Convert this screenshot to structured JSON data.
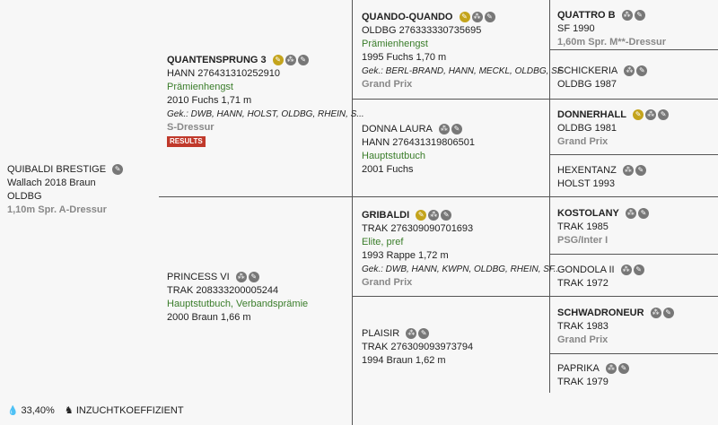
{
  "colors": {
    "accent_gold": "#c4a41c",
    "green_text": "#3a7d2a",
    "muted_text": "#888888",
    "badge_red": "#c0392b",
    "line": "#555555"
  },
  "subject": {
    "name": "QUIBALDI BRESTIGE",
    "line1": "Wallach 2018 Braun",
    "line2": "OLDBG",
    "line3": "1,10m Spr. A-Dressur"
  },
  "sire": {
    "name": "QUANTENSPRUNG 3",
    "line1": "HANN 276431310252910",
    "line2": "Prämienhengst",
    "line3": "2010 Fuchs 1,71 m",
    "line4": "Gek.: DWB, HANN, HOLST, OLDBG, RHEIN, S...",
    "line5": "S-Dressur",
    "badge": "RESULTS"
  },
  "dam": {
    "name": "PRINCESS VI",
    "line1": "TRAK 208333200005244",
    "line2": "Hauptstutbuch, Verbandsprämie",
    "line3": "2000 Braun 1,66 m"
  },
  "ss": {
    "name": "QUANDO-QUANDO",
    "line1": "OLDBG 276333330735695",
    "line2": "Prämienhengst",
    "line3": "1995 Fuchs 1,70 m",
    "line4": "Gek.: BERL-BRAND, HANN, MECKL, OLDBG, SF",
    "line5": "Grand Prix"
  },
  "sd": {
    "name": "DONNA LAURA",
    "line1": "HANN 276431319806501",
    "line2": "Hauptstutbuch",
    "line3": "2001 Fuchs"
  },
  "ds": {
    "name": "GRIBALDI",
    "line1": "TRAK 276309090701693",
    "line2": "Elite, pref",
    "line3": "1993 Rappe 1,72 m",
    "line4": "Gek.: DWB, HANN, KWPN, OLDBG, RHEIN, SF...",
    "line5": "Grand Prix"
  },
  "dd": {
    "name": "PLAISIR",
    "line1": "TRAK 276309093973794",
    "line2": "1994 Braun 1,62 m"
  },
  "g": [
    {
      "name": "QUATTRO B",
      "l1": "SF 1990",
      "l2": "1,60m Spr. M**-Dressur"
    },
    {
      "name": "SCHICKERIA",
      "l1": "OLDBG 1987",
      "l2": ""
    },
    {
      "name": "DONNERHALL",
      "l1": "OLDBG 1981",
      "l2": "Grand Prix"
    },
    {
      "name": "HEXENTANZ",
      "l1": "HOLST 1993",
      "l2": ""
    },
    {
      "name": "KOSTOLANY",
      "l1": "TRAK 1985",
      "l2": "PSG/Inter I"
    },
    {
      "name": "GONDOLA II",
      "l1": "TRAK 1972",
      "l2": ""
    },
    {
      "name": "SCHWADRONEUR",
      "l1": "TRAK 1983",
      "l2": "Grand Prix"
    },
    {
      "name": "PAPRIKA",
      "l1": "TRAK 1979",
      "l2": ""
    }
  ],
  "footer": {
    "percent": "33,40%",
    "label": "INZUCHTKOEFFIZIENT"
  },
  "icons": {
    "pencil": "✎",
    "pedigree": "⁂",
    "drop": "💧",
    "horse": "♞"
  }
}
